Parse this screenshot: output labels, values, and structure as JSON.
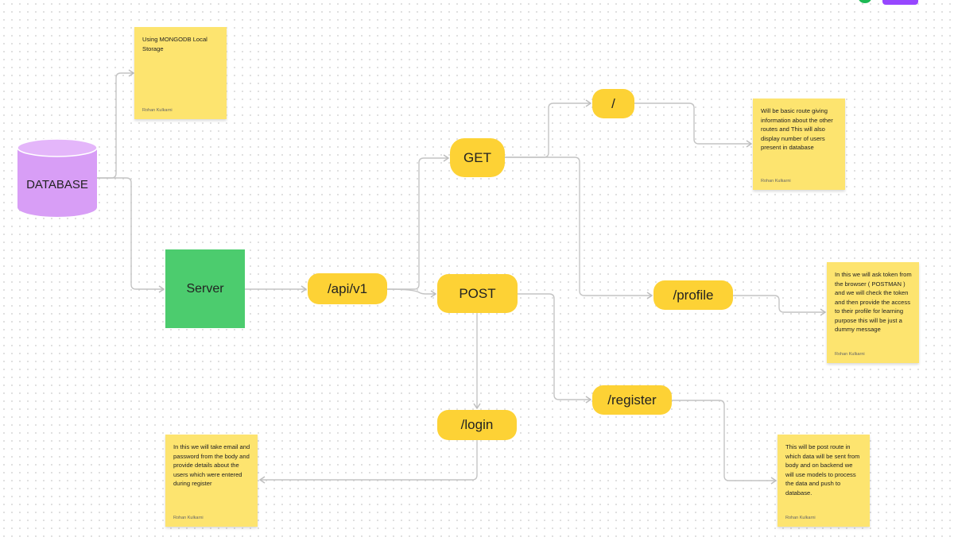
{
  "colors": {
    "database": "#d89ef6",
    "server": "#4ccc6e",
    "route": "#fdd235",
    "sticky": "#fde46f",
    "connector": "#c4c4c4"
  },
  "nodes": {
    "database": "DATABASE",
    "server": "Server",
    "api": "/api/v1",
    "get": "GET",
    "post": "POST",
    "root": "/",
    "profile": "/profile",
    "register": "/register",
    "login": "/login"
  },
  "notes": {
    "db": {
      "text": "Using MONGODB Local Storage",
      "author": "Rohan Kulkarni"
    },
    "root": {
      "text": "Will be basic route giving information about the other routes and  This will also display number of users present in database",
      "author": "Rohan Kulkarni"
    },
    "profile": {
      "text": "In this we will ask token from the browser ( POSTMAN ) and we will check the token and then provide the access to their profile for learning purpose this will be just a dummy message",
      "author": "Rohan Kulkarni"
    },
    "login": {
      "text": "In this we will take email and password from the body and provide details about the users which were entered during register",
      "author": "Rohan Kulkarni"
    },
    "register": {
      "text": "This will be post route in which data will be sent from body and on backend we will use models to process the data and push to database.",
      "author": "Rohan Kulkarni"
    }
  }
}
